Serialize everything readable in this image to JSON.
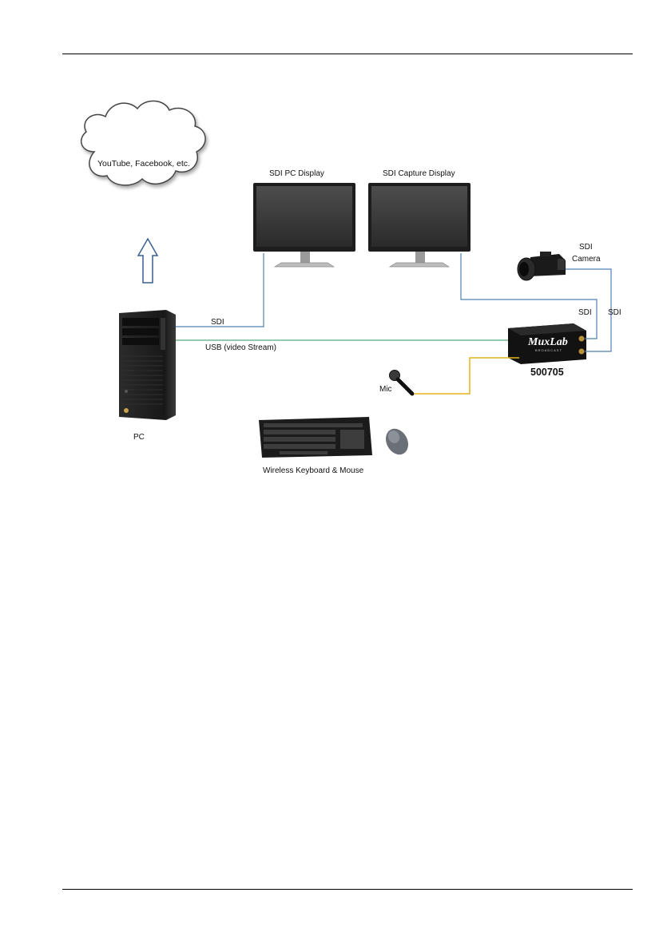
{
  "diagram": {
    "cloud_label": "YouTube, Facebook, etc.",
    "display1_label": "SDI PC Display",
    "display2_label": "SDI Capture Display",
    "camera_label_line1": "SDI",
    "camera_label_line2": "Camera",
    "pc_label": "PC",
    "sdi_pc_link_label": "SDI",
    "usb_link_label": "USB  (video Stream)",
    "sdi_camera_link_label": "SDI",
    "sdi_display_link_label": "SDI",
    "device_model": "500705",
    "device_brand": "MuxLab",
    "device_brand_sub": "BROADCAST",
    "mic_label": "Mic",
    "keyboard_mouse_label": "Wireless Keyboard & Mouse"
  },
  "colors": {
    "sdi_cable": "#4f7fb0",
    "usb_cable": "#5aa87c",
    "audio_cable": "#e3b31c",
    "arrow": "#3b5f8f"
  }
}
